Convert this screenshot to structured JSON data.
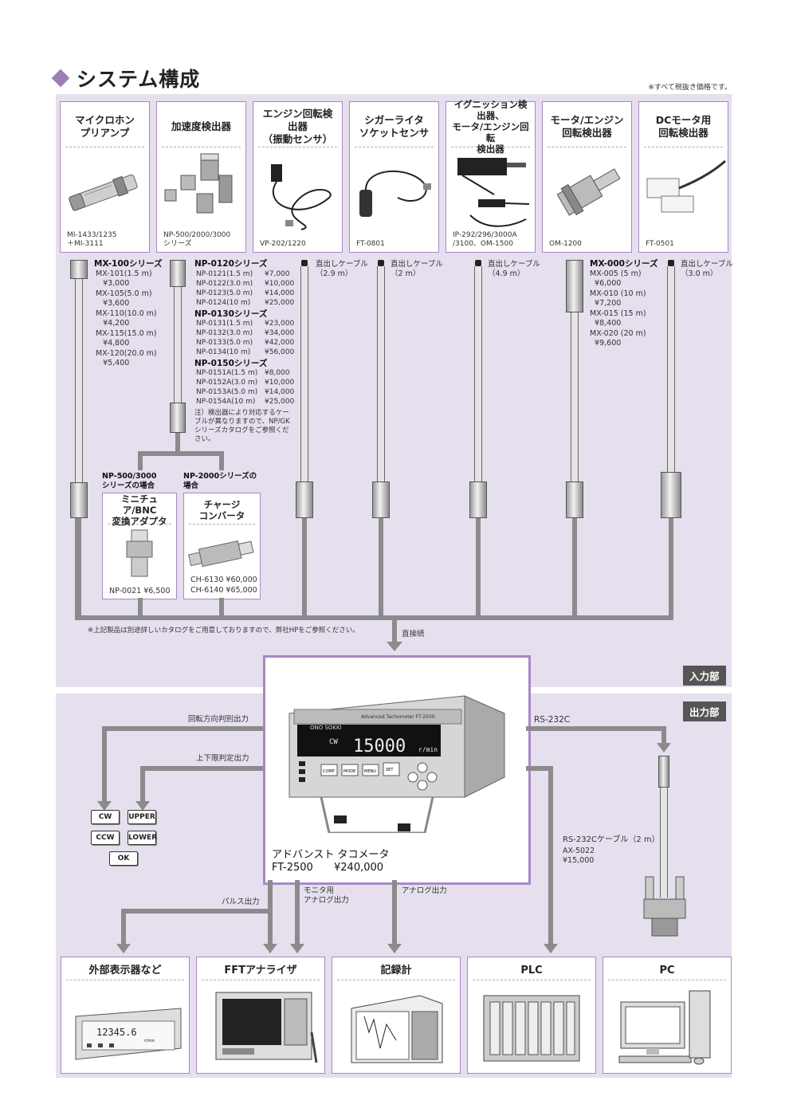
{
  "header": {
    "title": "システム構成",
    "note": "※すべて税抜き価格です。"
  },
  "sensors": [
    {
      "title": "マイクロホン\nプリアンプ",
      "model": "MI-1433/1235\n＋MI-3111"
    },
    {
      "title": "加速度検出器",
      "model": "NP-500/2000/3000\nシリーズ"
    },
    {
      "title": "エンジン回転検出器\n（振動センサ）",
      "model": "VP-202/1220"
    },
    {
      "title": "シガーライタ\nソケットセンサ",
      "model": "FT-0801"
    },
    {
      "title": "イグニッション検出器、\nモータ/エンジン回転\n検出器",
      "model": "IP-292/296/3000A\n/3100、OM-1500"
    },
    {
      "title": "モータ/エンジン\n回転検出器",
      "model": "OM-1200"
    },
    {
      "title": "DCモータ用\n回転検出器",
      "model": "FT-0501"
    }
  ],
  "cables": {
    "mx100": {
      "series": "MX-100シリーズ",
      "items": [
        {
          "model": "MX-101(1.5 m)",
          "price": "¥3,000"
        },
        {
          "model": "MX-105(5.0 m)",
          "price": "¥3,600"
        },
        {
          "model": "MX-110(10.0 m)",
          "price": "¥4,200"
        },
        {
          "model": "MX-115(15.0 m)",
          "price": "¥4,800"
        },
        {
          "model": "MX-120(20.0 m)",
          "price": "¥5,400"
        }
      ]
    },
    "np0120": {
      "series": "NP-0120シリーズ",
      "items": [
        {
          "model": "NP-0121(1.5 m)",
          "price": "¥7,000"
        },
        {
          "model": "NP-0122(3.0 m)",
          "price": "¥10,000"
        },
        {
          "model": "NP-0123(5.0 m)",
          "price": "¥14,000"
        },
        {
          "model": "NP-0124(10 m)",
          "price": "¥25,000"
        }
      ]
    },
    "np0130": {
      "series": "NP-0130シリーズ",
      "items": [
        {
          "model": "NP-0131(1.5 m)",
          "price": "¥23,000"
        },
        {
          "model": "NP-0132(3.0 m)",
          "price": "¥34,000"
        },
        {
          "model": "NP-0133(5.0 m)",
          "price": "¥42,000"
        },
        {
          "model": "NP-0134(10 m)",
          "price": "¥56,000"
        }
      ]
    },
    "np0150": {
      "series": "NP-0150シリーズ",
      "items": [
        {
          "model": "NP-0151A(1.5 m)",
          "price": "¥8,000"
        },
        {
          "model": "NP-0152A(3.0 m)",
          "price": "¥10,000"
        },
        {
          "model": "NP-0153A(5.0 m)",
          "price": "¥14,000"
        },
        {
          "model": "NP-0154A(10 m)",
          "price": "¥25,000"
        }
      ]
    },
    "np_note": "注）検出器により対応するケーブルが異なりますので、NP/GKシリーズカタログをご参照ください。",
    "direct1": "直出しケーブル\n（2.9 m）",
    "direct2": "直出しケーブル\n（2 m）",
    "direct3": "直出しケーブル\n（4.9 m）",
    "mx000": {
      "series": "MX-000シリーズ",
      "items": [
        {
          "model": "MX-005 (5 m)",
          "price": "¥6,000"
        },
        {
          "model": "MX-010 (10 m)",
          "price": "¥7,200"
        },
        {
          "model": "MX-015 (15 m)",
          "price": "¥8,400"
        },
        {
          "model": "MX-020 (20 m)",
          "price": "¥9,600"
        }
      ]
    },
    "direct4": "直出しケーブル\n（3.0 m）"
  },
  "adapters": {
    "case1": "NP-500/3000\nシリーズの場合",
    "case2": "NP-2000シリーズの\n場合",
    "mini_title": "ミニチュア/BNC\n変換アダプタ",
    "mini_model": "NP-0021  ¥6,500",
    "charge_title": "チャージ\nコンバータ",
    "charge_models": "CH-6130  ¥60,000\nCH-6140  ¥65,000"
  },
  "input_section": {
    "footnote": "※上記製品は別途詳しいカタログをご用意しておりますので、弊社HPをご参照ください。",
    "direct_label": "直接続",
    "tag": "入力部"
  },
  "main_unit": {
    "brand": "ONO SOKKI",
    "panel_label": "Advanced Tachometer FT-2500",
    "display_mode": "CW",
    "display_value": "15000",
    "display_unit": "r/min",
    "buttons": [
      "COMP",
      "MODE",
      "MENU",
      "SET"
    ],
    "name": "アドバンスト タコメータ",
    "model": "FT-2500",
    "price": "¥240,000"
  },
  "output_section": {
    "tag": "出力部",
    "rotation_out": "回転方向判別出力",
    "limit_out": "上下限判定出力",
    "rs232c": "RS-232C",
    "rs_cable": "RS-232Cケーブル（2 m）",
    "rs_model": "AX-5022",
    "rs_price": "¥15,000",
    "pulse_out": "パルス出力",
    "monitor_out": "モニタ用\nアナログ出力",
    "analog_out": "アナログ出力",
    "keys": [
      "CW",
      "UPPER",
      "CCW",
      "LOWER",
      "OK"
    ]
  },
  "outputs": [
    {
      "title": "外部表示器など",
      "display": "12345.6",
      "display_unit": "r/min"
    },
    {
      "title": "FFTアナライザ"
    },
    {
      "title": "記録計"
    },
    {
      "title": "PLC"
    },
    {
      "title": "PC"
    }
  ]
}
